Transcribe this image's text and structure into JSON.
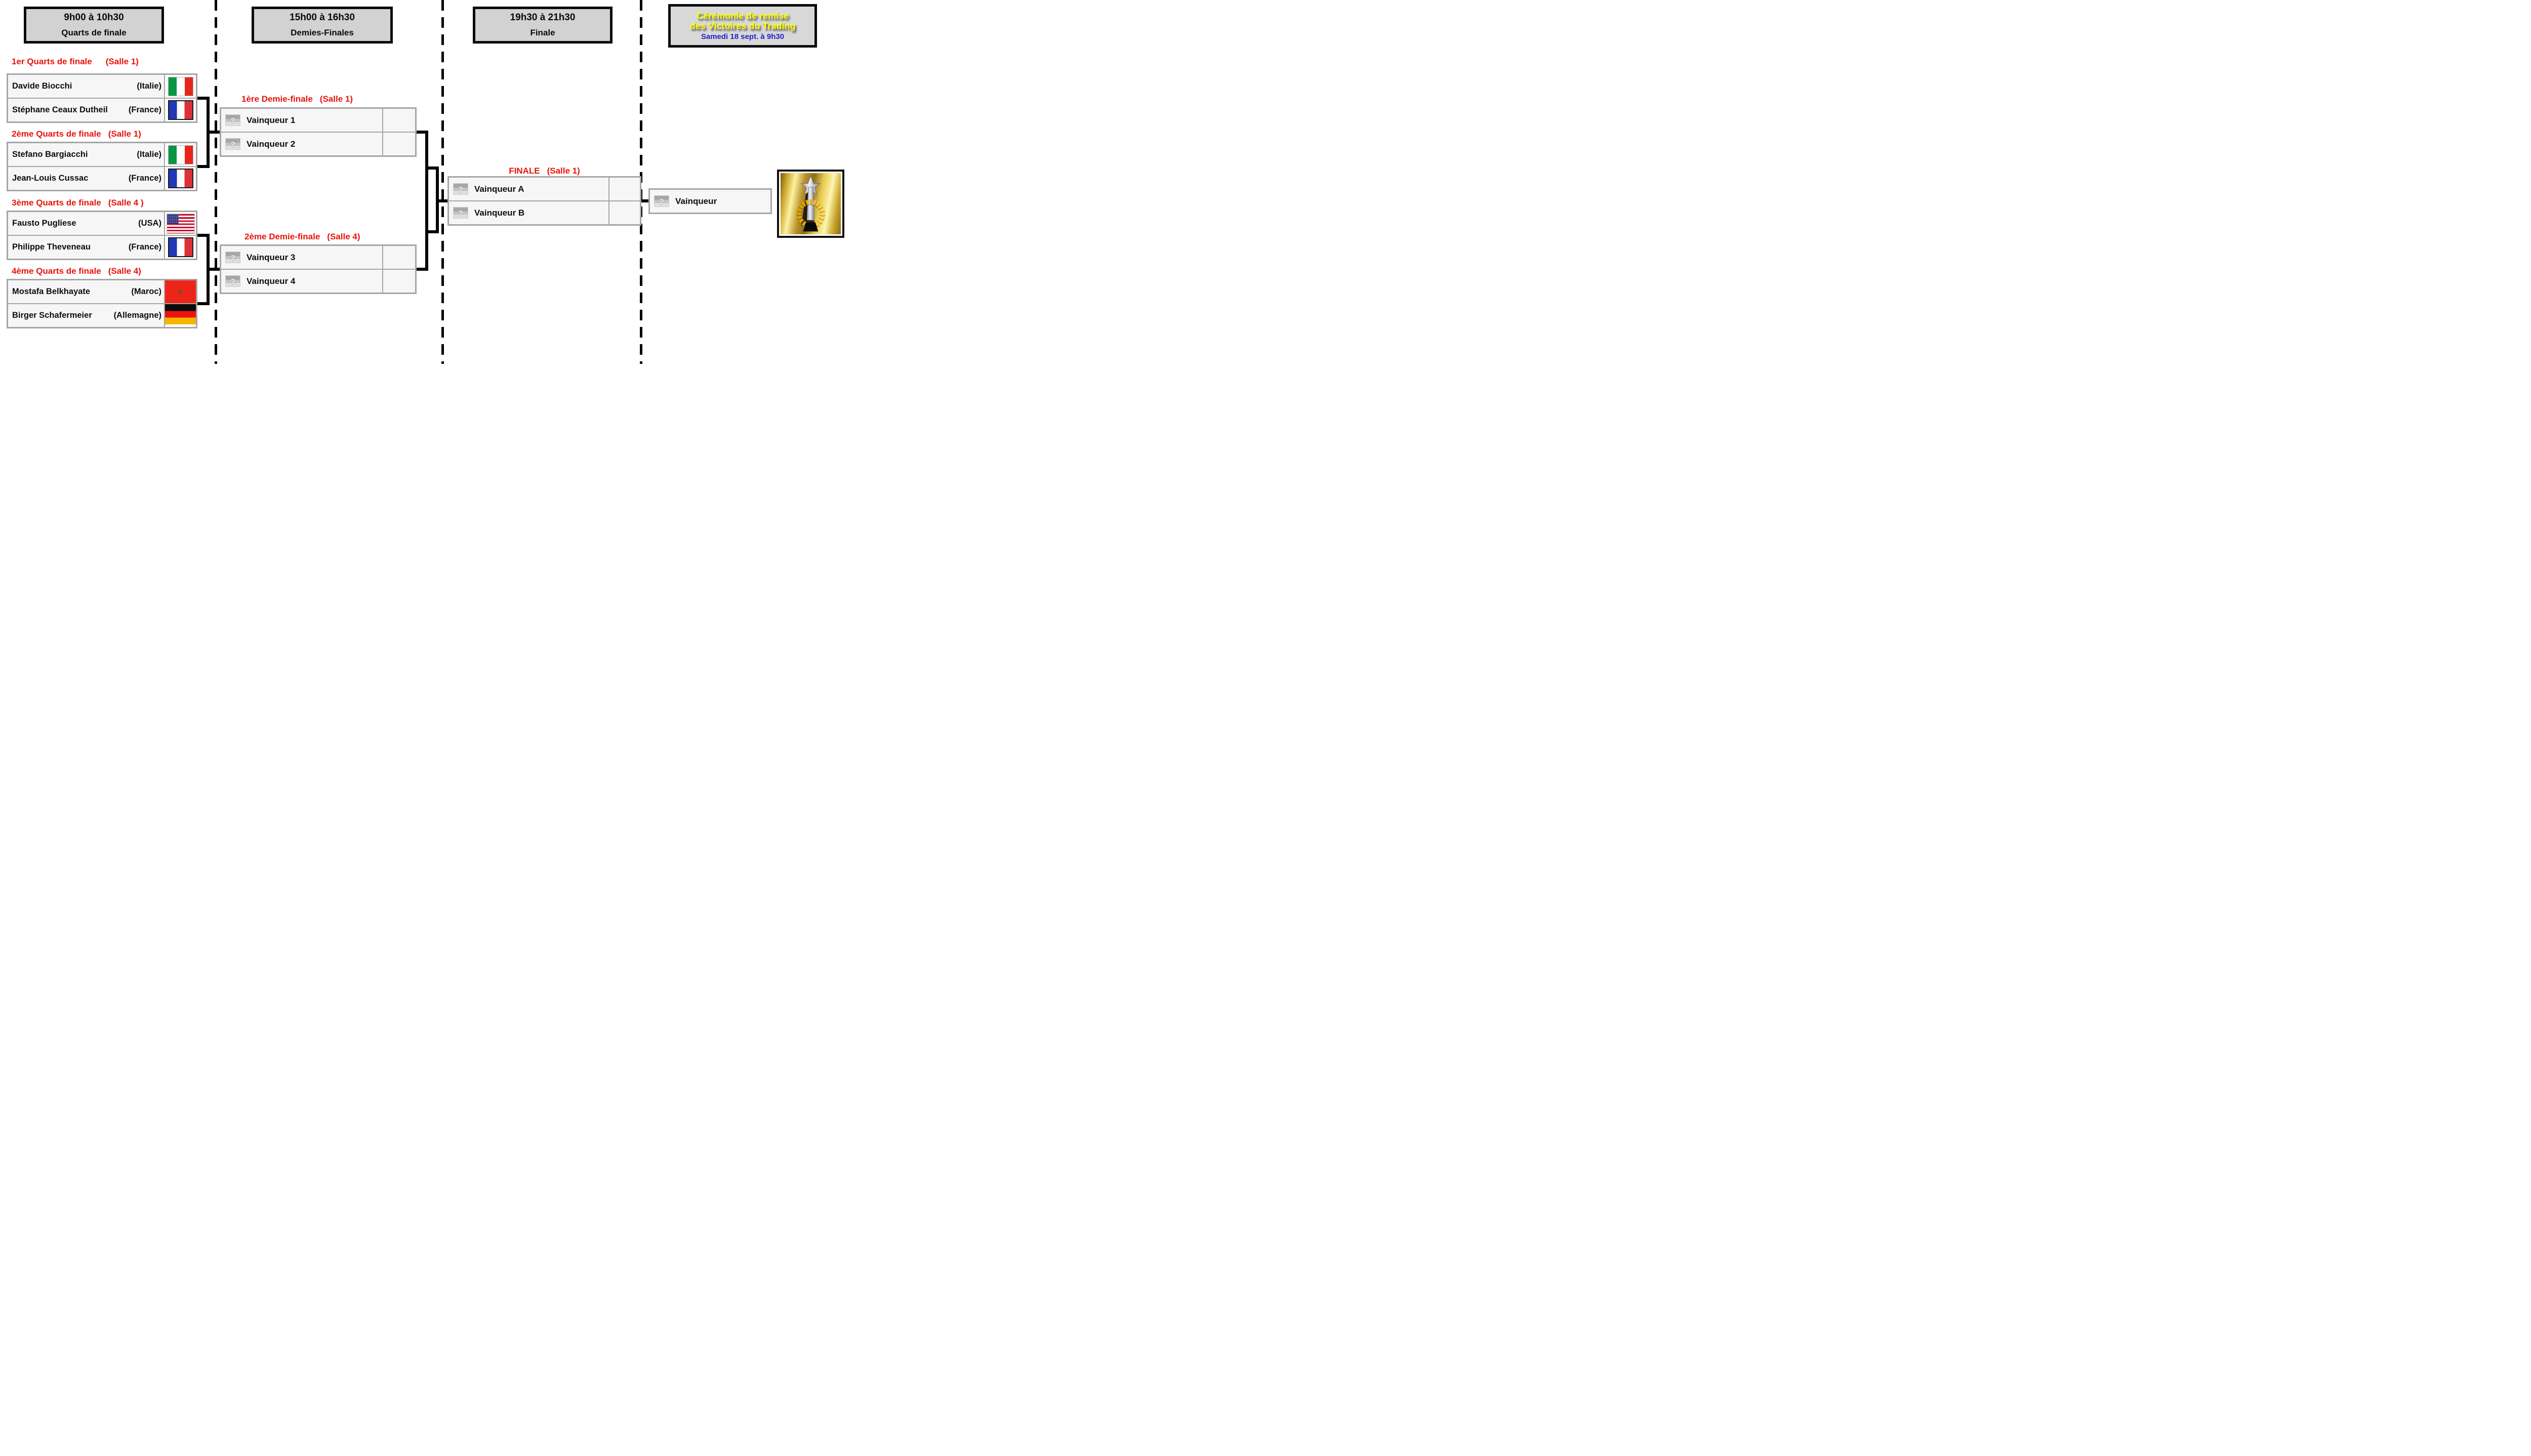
{
  "headers": [
    {
      "time": "9h00 à 10h30",
      "round": "Quarts de finale"
    },
    {
      "time": "15h00 à 16h30",
      "round": "Demies-Finales"
    },
    {
      "time": "19h30 à 21h30",
      "round": "Finale"
    }
  ],
  "ceremony": {
    "title_line1": "Cérémonie de remise",
    "title_line2": "des Victoires du Trading",
    "date_line": "Samedi 18 sept. à  9h30"
  },
  "quarterfinals": [
    {
      "title": "1er Quarts de finale",
      "salle": "(Salle 1)",
      "players": [
        {
          "name": "Davide Biocchi",
          "country": "(Italie)",
          "flag": "italy"
        },
        {
          "name": "Stéphane Ceaux Dutheil",
          "country": "(France)",
          "flag": "france"
        }
      ]
    },
    {
      "title": "2ème Quarts de finale",
      "salle": "(Salle 1)",
      "players": [
        {
          "name": "Stefano Bargiacchi",
          "country": "(Italie)",
          "flag": "italy"
        },
        {
          "name": "Jean-Louis Cussac",
          "country": "(France)",
          "flag": "france"
        }
      ]
    },
    {
      "title": "3ème Quarts de finale",
      "salle": "(Salle 4 )",
      "players": [
        {
          "name": "Fausto Pugliese",
          "country": "(USA)",
          "flag": "usa"
        },
        {
          "name": "Philippe Theveneau",
          "country": "(France)",
          "flag": "france"
        }
      ]
    },
    {
      "title": "4ème Quarts de finale",
      "salle": "(Salle 4)",
      "players": [
        {
          "name": "Mostafa Belkhayate",
          "country": "(Maroc)",
          "flag": "morocco"
        },
        {
          "name": "Birger Schafermeier",
          "country": "(Allemagne)",
          "flag": "germany"
        }
      ]
    }
  ],
  "semifinals": [
    {
      "title": "1ère Demie-finale",
      "salle": "(Salle 1)",
      "slots": [
        {
          "label": "Vainqueur 1"
        },
        {
          "label": "Vainqueur 2"
        }
      ]
    },
    {
      "title": "2ème Demie-finale",
      "salle": "(Salle 4)",
      "slots": [
        {
          "label": "Vainqueur 3"
        },
        {
          "label": "Vainqueur 4"
        }
      ]
    }
  ],
  "final": {
    "title": "FINALE",
    "salle": "(Salle 1)",
    "slots": [
      {
        "label": "Vainqueur A"
      },
      {
        "label": "Vainqueur B"
      }
    ]
  },
  "winner": {
    "label": "Vainqueur"
  },
  "placeholder_glyph": "?",
  "morocco_star": "★",
  "colors": {
    "accent_red": "#e8130b",
    "ceremony_yellow": "#ffff00",
    "ceremony_blue": "#2222cc",
    "header_gray": "#d2d2d2",
    "table_border_gray": "#a6a6a6",
    "connector_black": "#000000"
  }
}
